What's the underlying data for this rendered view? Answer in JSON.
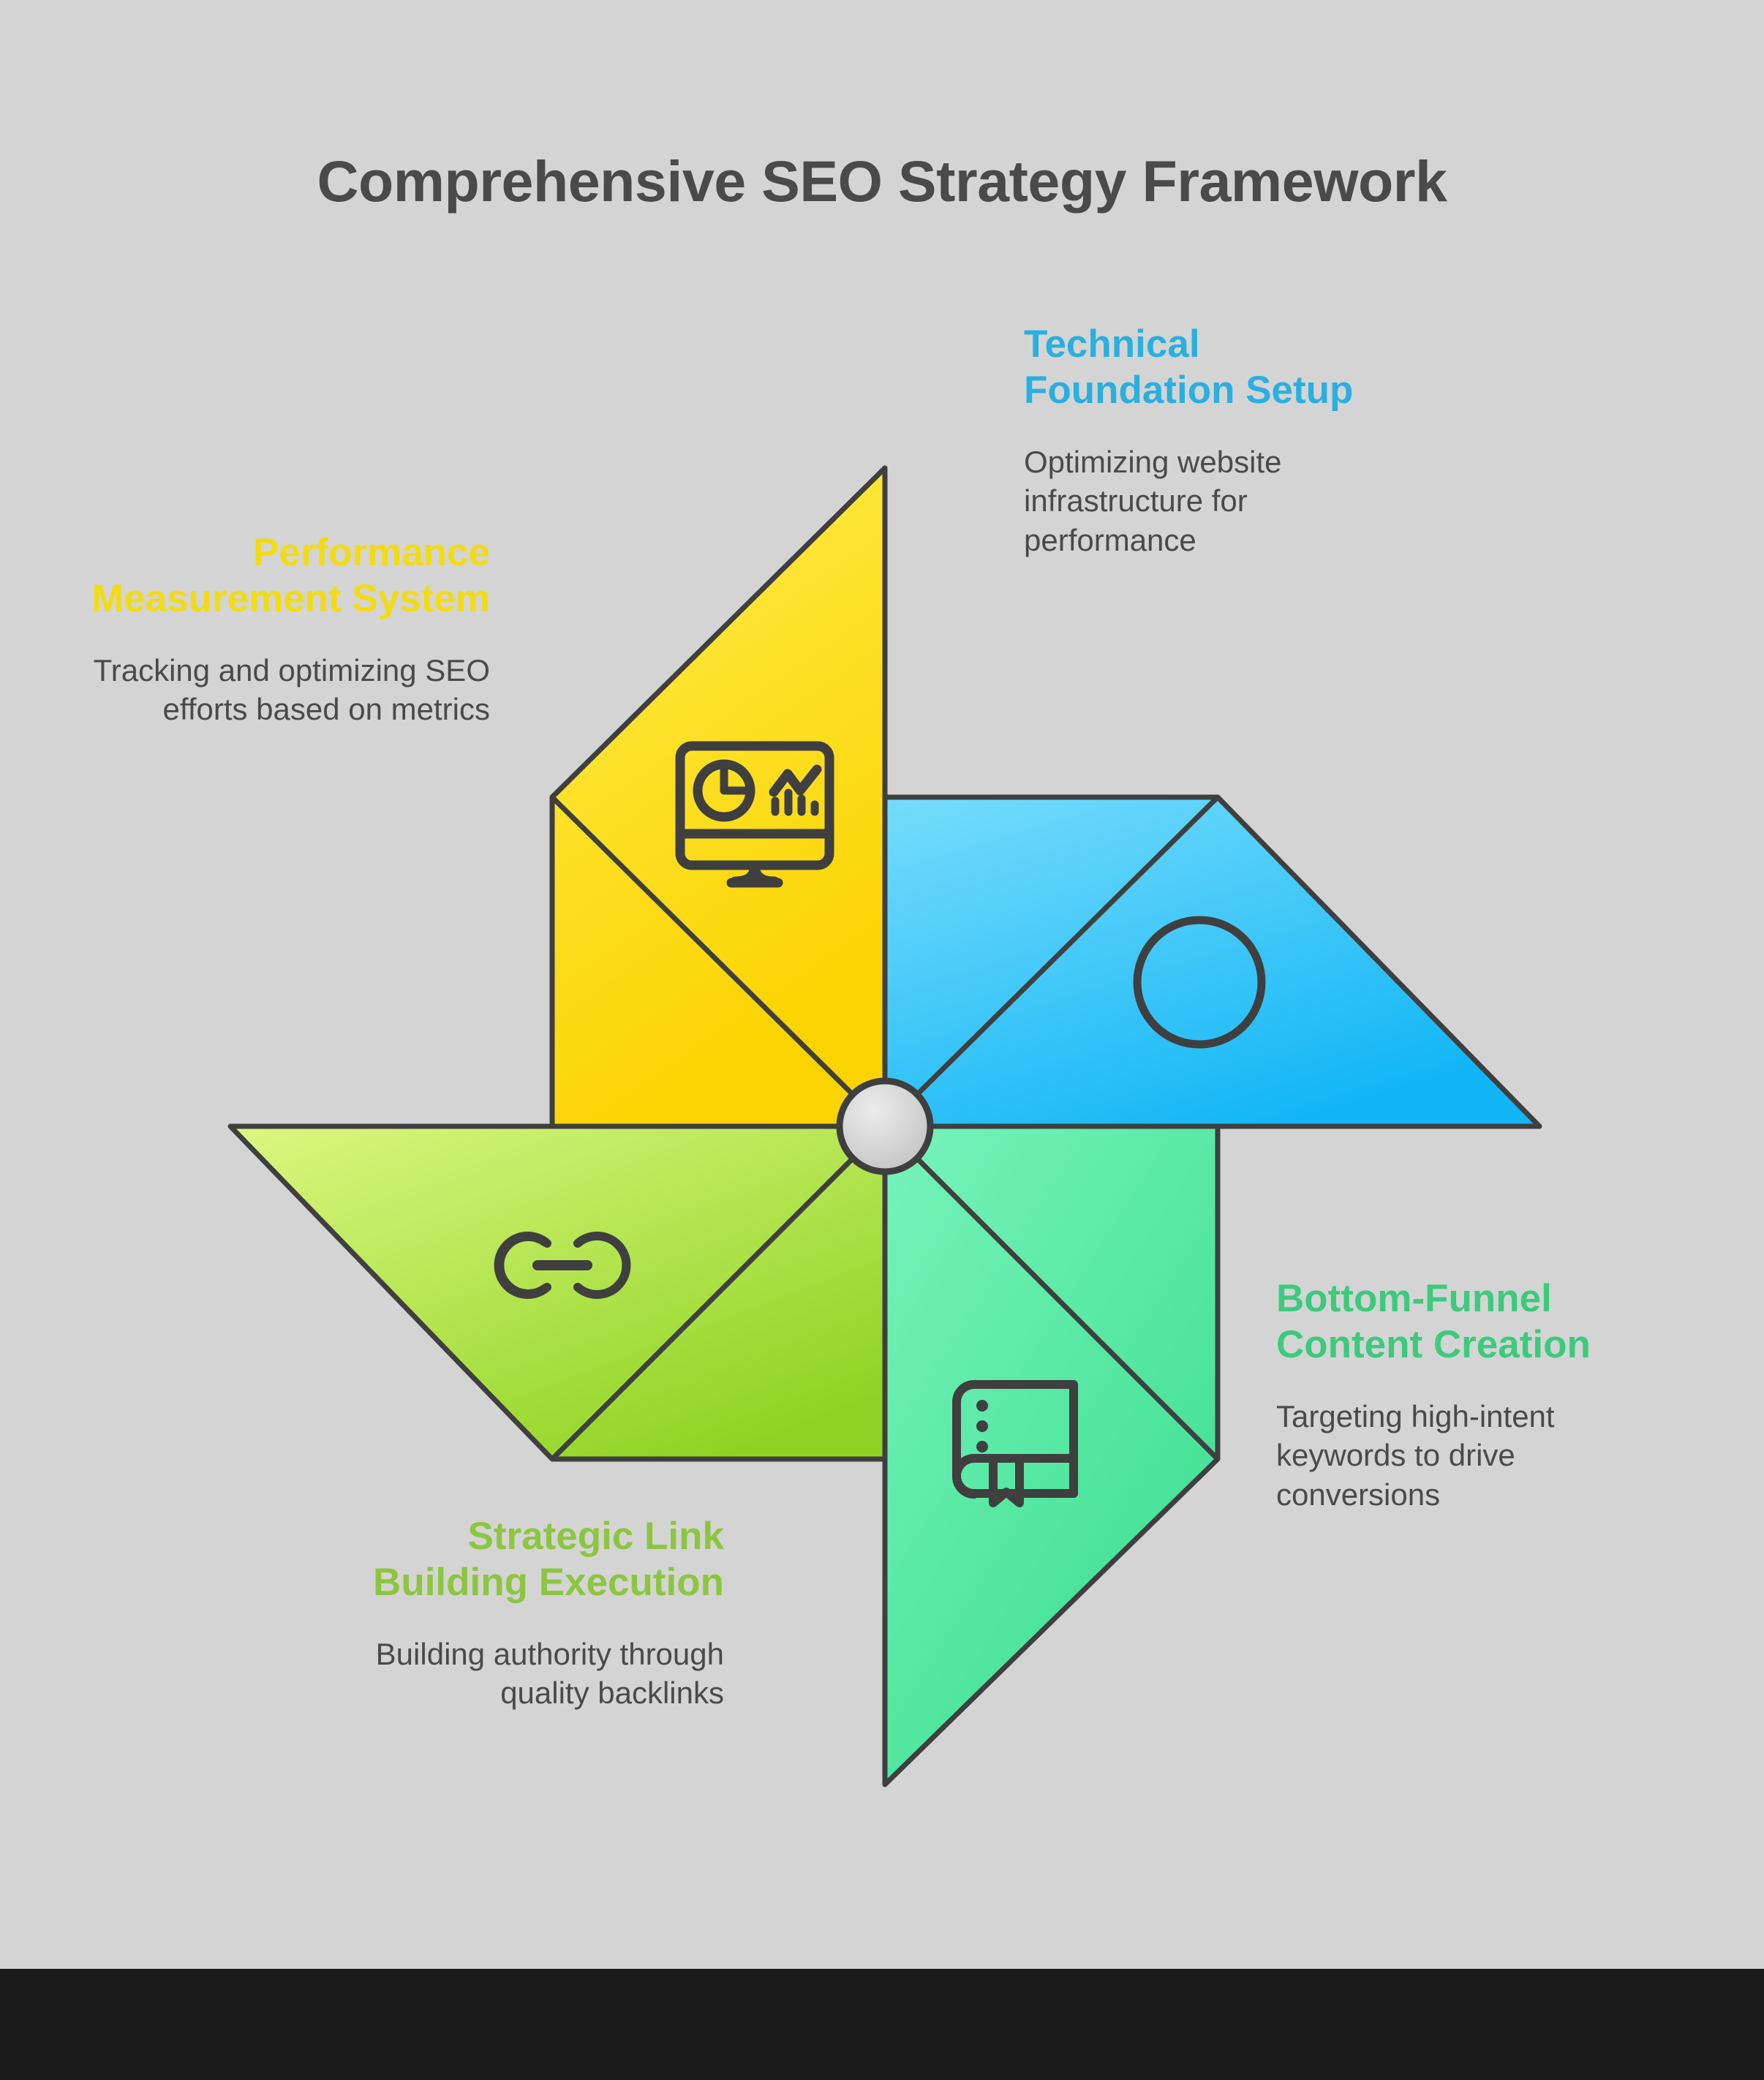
{
  "page": {
    "title": "Comprehensive SEO Strategy Framework",
    "background_color": "#d4d4d4",
    "title_color": "#4a4a4a",
    "bottom_bar_color": "#1b1b1b"
  },
  "diagram": {
    "type": "pinwheel",
    "hub": {
      "fill": "#d0d0d0",
      "stroke": "#3f3f3f",
      "label": "center-hub"
    },
    "stroke_color": "#3f3f3f",
    "blades": [
      {
        "id": "technical",
        "position": "top-right",
        "icon": "circle-gear-icon",
        "color_from": "#6fd9fa",
        "color_to": "#17b8f5"
      },
      {
        "id": "bottom-funnel",
        "position": "bottom-right",
        "icon": "book-bookmark-icon",
        "color_from": "#6ff0b7",
        "color_to": "#3ee08f"
      },
      {
        "id": "strategic-link",
        "position": "bottom-left",
        "icon": "chain-link-icon",
        "color_from": "#d5f57a",
        "color_to": "#93d62b"
      },
      {
        "id": "performance",
        "position": "top-left",
        "icon": "analytics-monitor-icon",
        "color_from": "#ffe93b",
        "color_to": "#fbd400"
      }
    ]
  },
  "sections": {
    "technical": {
      "heading": "Technical Foundation Setup",
      "description": "Optimizing website infrastructure for performance",
      "color": "#29b0e0"
    },
    "performance": {
      "heading": "Performance Measurement System",
      "description": "Tracking and optimizing SEO efforts based on metrics",
      "color": "#f2dc12"
    },
    "bottom_funnel": {
      "heading": "Bottom-Funnel Content Creation",
      "description": "Targeting high-intent keywords to drive conversions",
      "color": "#3cca7d"
    },
    "strategic_link": {
      "heading": "Strategic Link Building Execution",
      "description": "Building authority through quality backlinks",
      "color": "#8cc63f"
    }
  }
}
